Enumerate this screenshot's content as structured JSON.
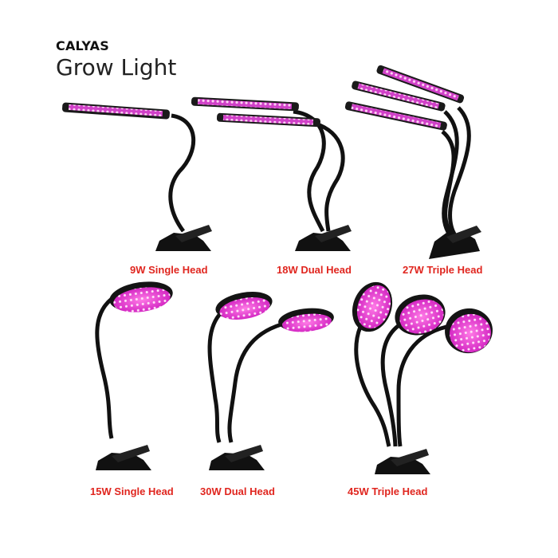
{
  "header": {
    "brand": "CALYAS",
    "title": "Grow Light"
  },
  "products": [
    {
      "label": "9W Single Head",
      "style": "bar",
      "heads": 1
    },
    {
      "label": "18W Dual Head",
      "style": "bar",
      "heads": 2
    },
    {
      "label": "27W Triple Head",
      "style": "bar",
      "heads": 3
    },
    {
      "label": "15W Single Head",
      "style": "round",
      "heads": 1
    },
    {
      "label": "30W Dual Head",
      "style": "round",
      "heads": 2
    },
    {
      "label": "45W Triple Head",
      "style": "round",
      "heads": 3
    }
  ],
  "colors": {
    "caption": "#e0261f",
    "led": "#ff4fd8",
    "body": "#111111",
    "background": "#ffffff"
  }
}
